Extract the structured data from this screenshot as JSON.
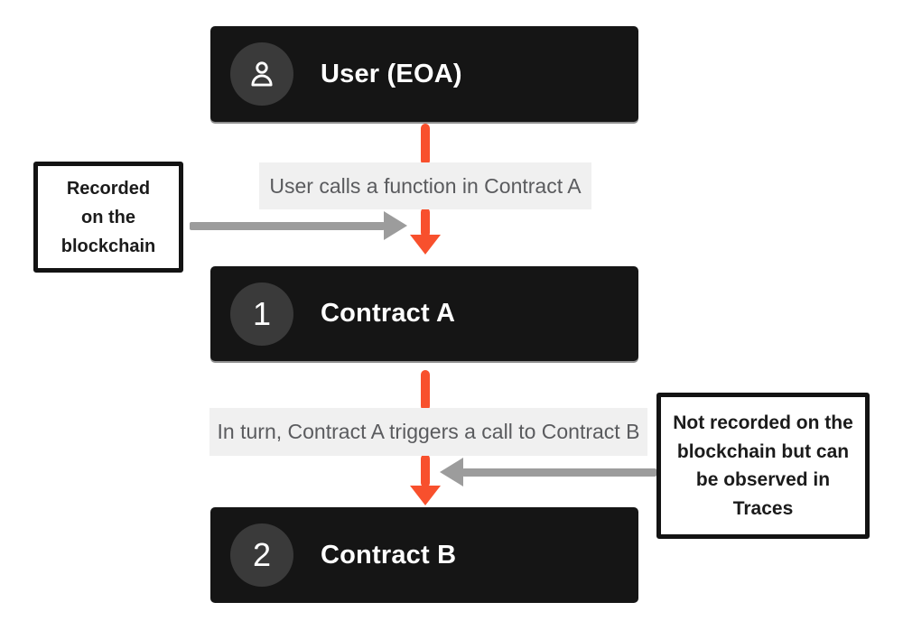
{
  "nodes": {
    "user": {
      "label": "User (EOA)",
      "badge_icon": "user-icon"
    },
    "contract_a": {
      "badge": "1",
      "label": "Contract A"
    },
    "contract_b": {
      "badge": "2",
      "label": "Contract B"
    }
  },
  "flow": {
    "step1": "User calls a function in Contract A",
    "step2": "In turn, Contract A triggers a call to Contract B"
  },
  "annotations": {
    "left": {
      "lines": [
        "Recorded",
        "on the",
        "blockchain"
      ]
    },
    "right": {
      "lines": [
        "Not recorded on the",
        "blockchain but can",
        "be observed in",
        "Traces"
      ]
    }
  },
  "colors": {
    "node_background": "#151515",
    "node_badge_circle": "#3a3a3a",
    "node_text": "#ffffff",
    "flow_arrow": "#f8502d",
    "flow_label_background": "#f0f0f0",
    "flow_label_text": "#5a5b5e",
    "annotation_arrow": "#9c9c9c",
    "annotation_border": "#131313",
    "annotation_text": "#1b1b1b"
  }
}
